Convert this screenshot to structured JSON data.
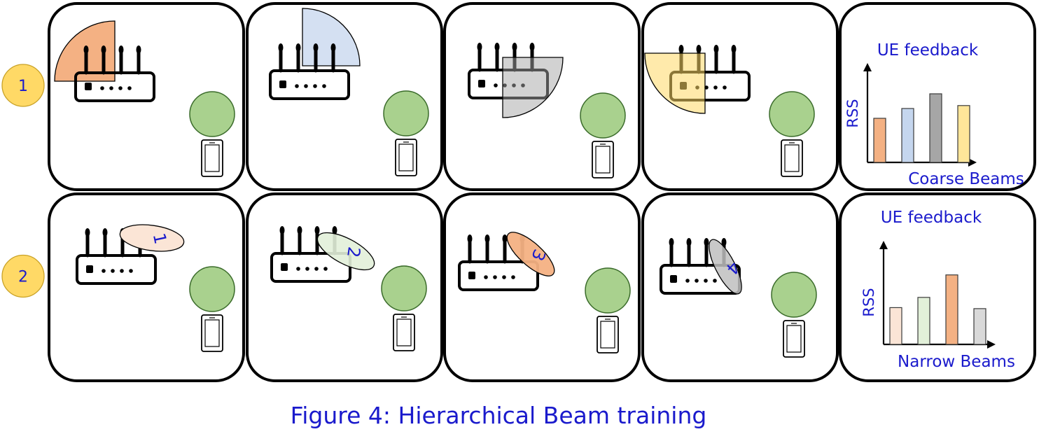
{
  "caption": "Figure 4: Hierarchical Beam training",
  "colors": {
    "text_blue": "#1a1acc",
    "step_badge": "#ffd966",
    "ue_circle": "#a9d18e",
    "ue_circle_stroke": "#3a6b2a"
  },
  "rows": [
    {
      "step": "1",
      "beam_type": "coarse-sector",
      "panels": [
        {
          "beam_color": "#f4b183",
          "beam_opacity": 1.0
        },
        {
          "beam_color": "#c5d6ee",
          "beam_opacity": 0.75
        },
        {
          "beam_color": "#a6a6a6",
          "beam_opacity": 0.5
        },
        {
          "beam_color": "#ffd966",
          "beam_opacity": 0.55
        }
      ],
      "chart": {
        "title": "UE feedback",
        "ylabel": "RSS",
        "xlabel": "Coarse Beams",
        "bars": [
          {
            "value": 0.45,
            "color": "#f4b183"
          },
          {
            "value": 0.55,
            "color": "#c5d6ee"
          },
          {
            "value": 0.7,
            "color": "#a6a6a6"
          },
          {
            "value": 0.58,
            "color": "#ffe699"
          }
        ]
      }
    },
    {
      "step": "2",
      "beam_type": "narrow-lobe",
      "panels": [
        {
          "beam_color": "#fbe5d6",
          "beam_opacity": 1.0,
          "label": "1"
        },
        {
          "beam_color": "#e2f0d9",
          "beam_opacity": 0.9,
          "label": "2"
        },
        {
          "beam_color": "#f4b183",
          "beam_opacity": 0.95,
          "label": "3"
        },
        {
          "beam_color": "#bfbfbf",
          "beam_opacity": 0.85,
          "label": "4"
        }
      ],
      "chart": {
        "title": "UE feedback",
        "ylabel": "RSS",
        "xlabel": "Narrow Beams",
        "bars": [
          {
            "value": 0.36,
            "color": "#fbe5d6"
          },
          {
            "value": 0.46,
            "color": "#e2f0d9"
          },
          {
            "value": 0.68,
            "color": "#f4b183"
          },
          {
            "value": 0.35,
            "color": "#d9d9d9"
          }
        ]
      }
    }
  ]
}
